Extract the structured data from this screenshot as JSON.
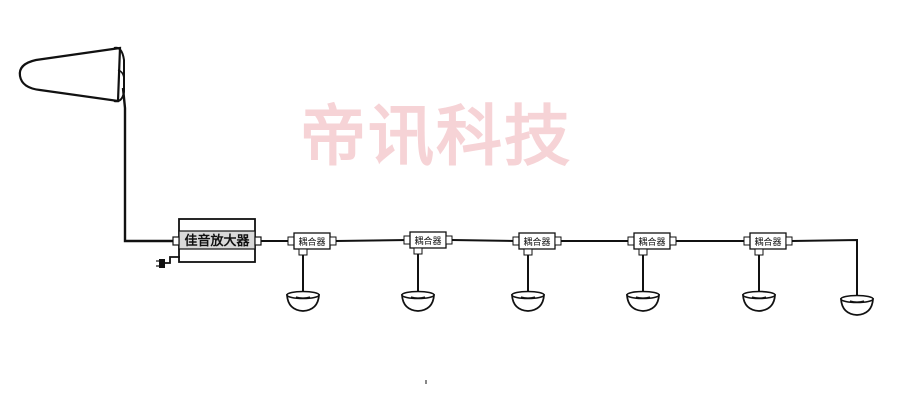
{
  "watermark": "帝讯科技",
  "amplifier": {
    "label": "佳音放大器"
  },
  "couplers": [
    {
      "label": "耦合器"
    },
    {
      "label": "耦合器"
    },
    {
      "label": "耦合器"
    },
    {
      "label": "耦合器"
    },
    {
      "label": "耦合器"
    }
  ],
  "icons": {
    "donor_antenna": "panel-antenna-icon",
    "indoor_antenna": "ceiling-antenna-icon",
    "power_plug": "power-plug-icon"
  },
  "colors": {
    "line": "#111111",
    "amplifier_fill": "#d9d9d9",
    "watermark": "#f6d3d6"
  }
}
